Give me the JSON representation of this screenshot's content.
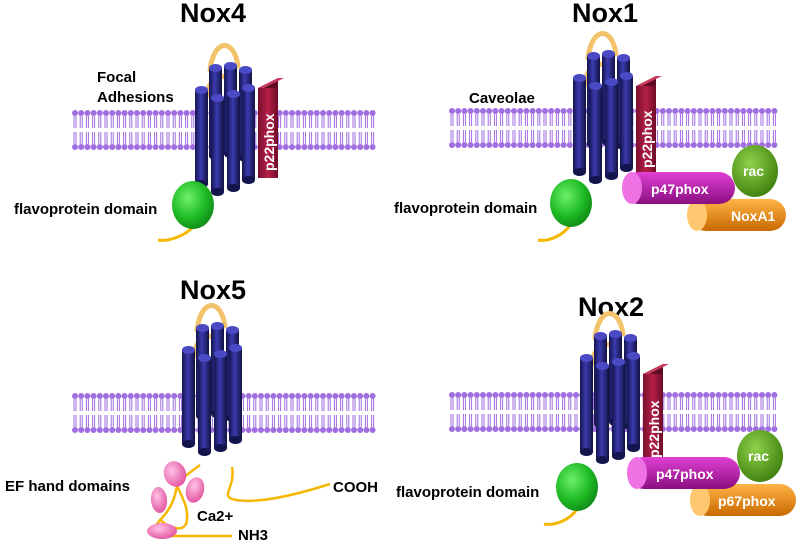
{
  "panels": {
    "nox4": {
      "title": "Nox4",
      "region_label_line1": "Focal",
      "region_label_line2": "Adhesions",
      "p22phox": "p22phox",
      "flavoprotein": "flavoprotein domain"
    },
    "nox1": {
      "title": "Nox1",
      "region_label": "Caveolae",
      "p22phox": "p22phox",
      "p47phox": "p47phox",
      "rac": "rac",
      "noxa1": "NoxA1",
      "flavoprotein": "flavoprotein domain"
    },
    "nox5": {
      "title": "Nox5",
      "ef_hand": "EF hand domains",
      "ca2": "Ca2+",
      "nh3": "NH3",
      "cooh": "COOH"
    },
    "nox2": {
      "title": "Nox2",
      "p22phox": "p22phox",
      "p47phox": "p47phox",
      "rac": "rac",
      "p67phox": "p67phox",
      "flavoprotein": "flavoprotein domain"
    }
  },
  "colors": {
    "membrane": "#a06ee0",
    "channel": "#2a2a86",
    "channel_dark": "#151552",
    "loop": "#f2c36b",
    "tail": "#f5b800",
    "p22phox": "#a11a3c",
    "flavoprotein": "#22c22c",
    "p47phox": "#c31cb8",
    "rac": "#4a9a12",
    "noxa1": "#e88a10",
    "ef_hand": "#f07ac0"
  }
}
